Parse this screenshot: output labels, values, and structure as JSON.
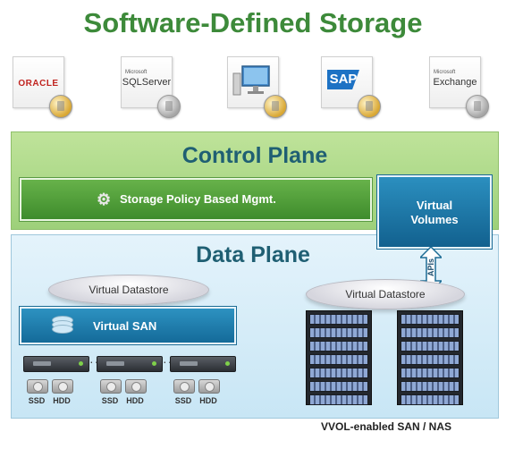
{
  "title": "Software-Defined Storage",
  "apps": [
    {
      "name": "oracle-logo",
      "top": "",
      "label": "ORACLE",
      "coin": "gold"
    },
    {
      "name": "sqlserver-logo",
      "top": "Microsoft",
      "label": "SQLServer",
      "coin": "silver"
    },
    {
      "name": "desktop-logo",
      "top": "",
      "label": "",
      "coin": "gold"
    },
    {
      "name": "sap-logo",
      "top": "",
      "label": "SAP",
      "coin": "gold"
    },
    {
      "name": "exchange-logo",
      "top": "Microsoft",
      "label": "Exchange",
      "coin": "silver"
    }
  ],
  "control_plane": {
    "title": "Control Plane",
    "spbm_label": "Storage Policy Based Mgmt."
  },
  "virtual_volumes": {
    "line1": "Virtual",
    "line2": "Volumes",
    "apis_label": "APIs"
  },
  "data_plane": {
    "title": "Data Plane",
    "datastore_left": "Virtual Datastore",
    "datastore_right": "Virtual Datastore",
    "vsan_label": "Virtual SAN",
    "dots": "·····",
    "ssd_label": "SSD",
    "hdd_label": "HDD",
    "san_nas_label": "VVOL-enabled SAN / NAS"
  },
  "colors": {
    "title_green": "#3d8a3a",
    "control_green": "#9dd07a",
    "data_blue": "#c8e6f5",
    "accent_blue": "#146a99"
  }
}
